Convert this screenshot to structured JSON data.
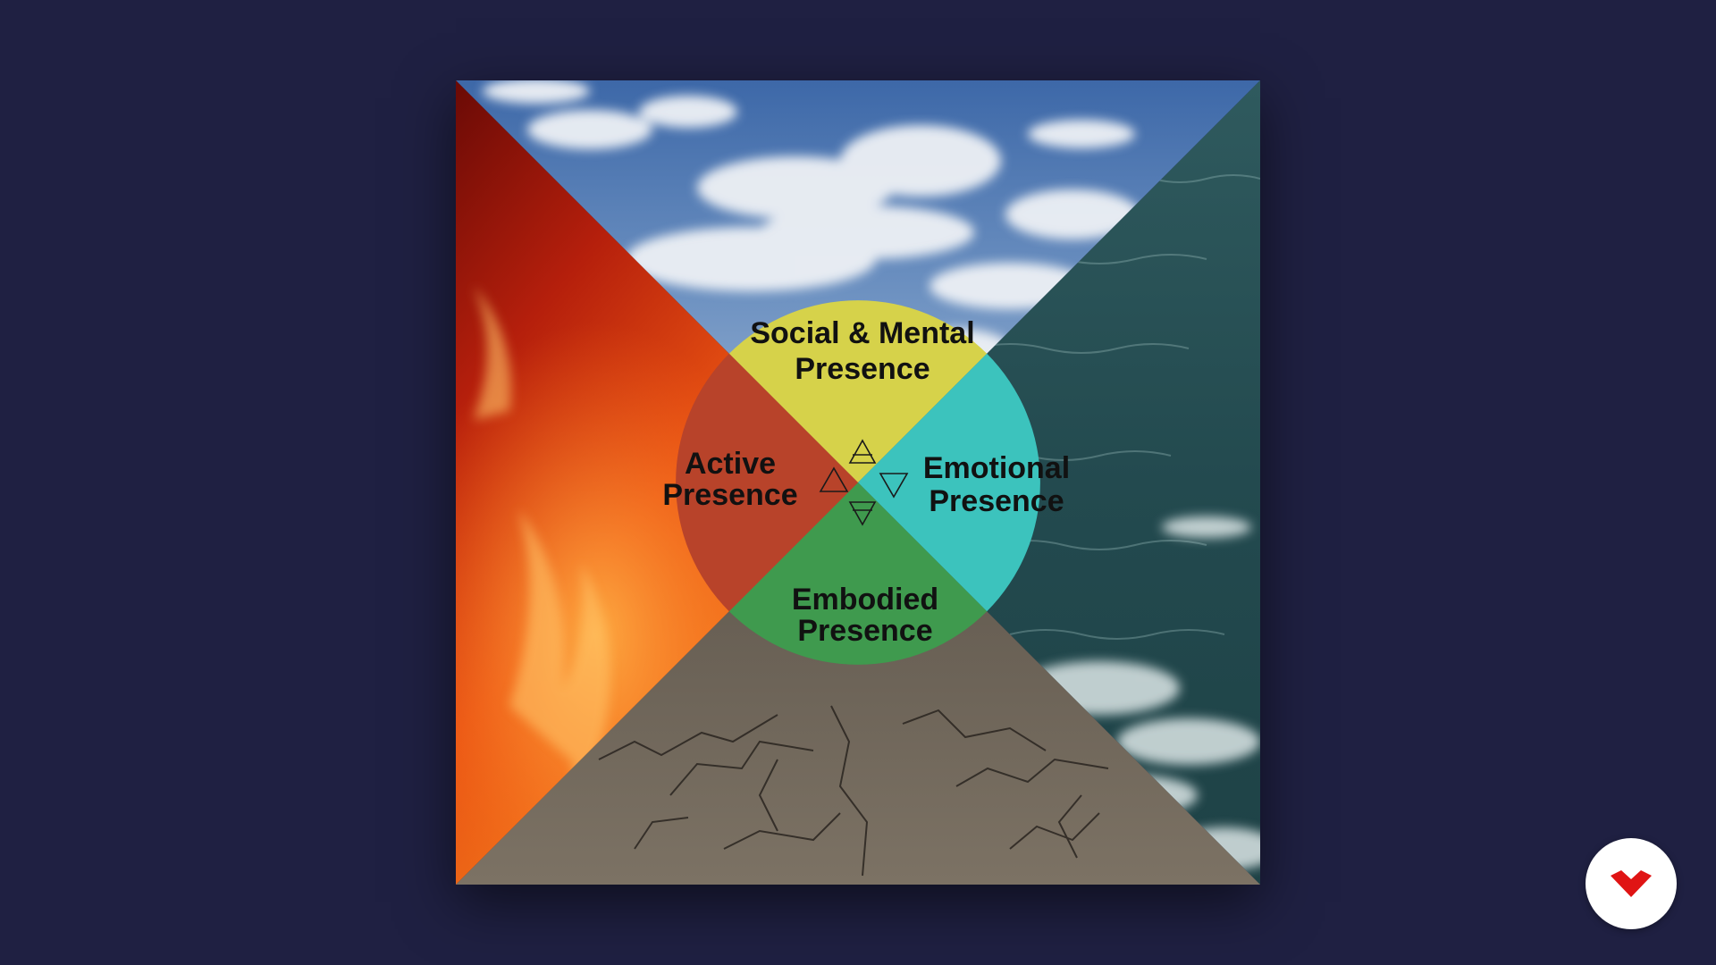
{
  "diagram": {
    "segments": [
      {
        "id": "top",
        "line1": "Social & Mental",
        "line2": "Presence",
        "color": "#d6d24a",
        "element": "air-symbol"
      },
      {
        "id": "right",
        "line1": "Emotional",
        "line2": "Presence",
        "color": "#3cc3bd",
        "element": "water-symbol"
      },
      {
        "id": "bottom",
        "line1": "Embodied",
        "line2": "Presence",
        "color": "#3f9a4e",
        "element": "earth-symbol"
      },
      {
        "id": "left",
        "line1": "Active",
        "line2": "Presence",
        "color": "#b8432a",
        "element": "fire-symbol"
      }
    ],
    "backgrounds": {
      "top": "sky-with-clouds",
      "right": "ocean-water",
      "bottom": "cracked-earth",
      "left": "fire-flames"
    }
  },
  "brand": {
    "logo_icon": "red-chevron-logo-icon",
    "logo_color": "#e01414"
  }
}
